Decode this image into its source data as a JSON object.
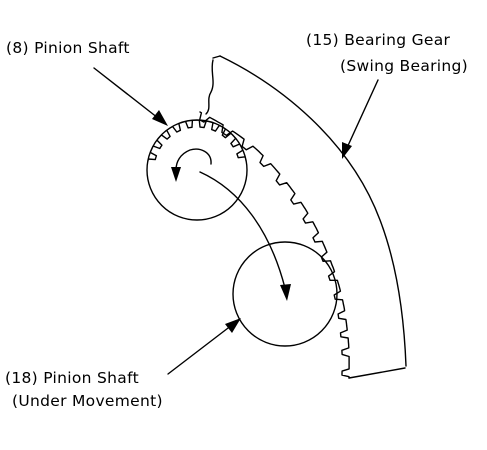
{
  "labels": {
    "pinion_shaft_top": "(8) Pinion Shaft",
    "bearing_gear_line1": "(15) Bearing Gear",
    "bearing_gear_line2": "(Swing Bearing)",
    "pinion_shaft_moving_line1": "(18) Pinion Shaft",
    "pinion_shaft_moving_line2": "(Under Movement)"
  },
  "colors": {
    "ink": "#000000",
    "background": "#ffffff"
  }
}
